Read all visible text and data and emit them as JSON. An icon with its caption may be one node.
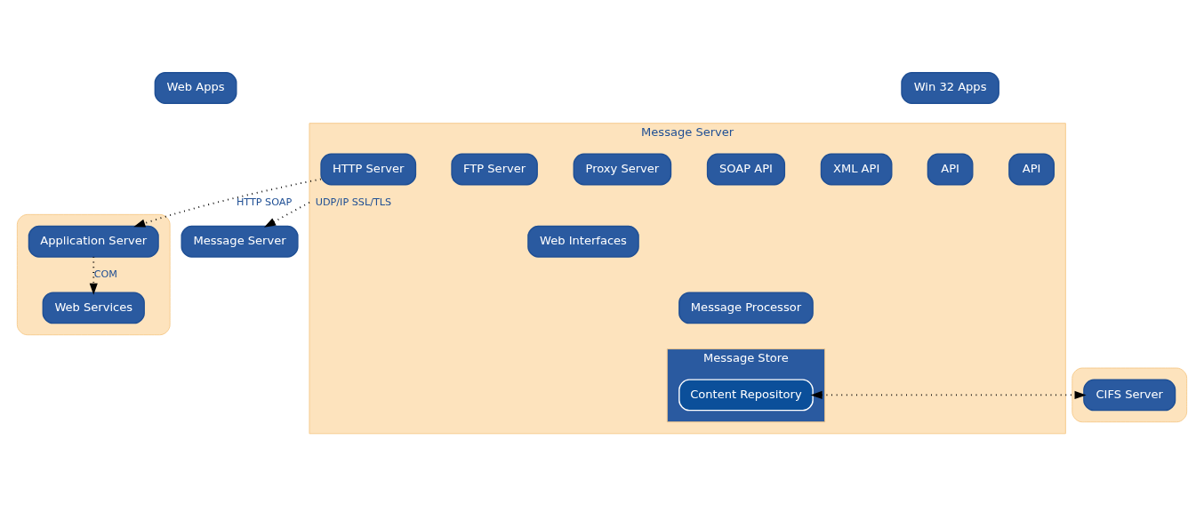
{
  "diagram": {
    "nodes": [
      {
        "text": [
          "Web Apps"
        ]
      },
      {
        "text": [
          "Win 32 Apps"
        ]
      },
      {
        "text": [],
        "shape": "box"
      },
      {
        "text": [
          "Application Server"
        ],
        "in": 2
      },
      {
        "text": [
          "Web Services"
        ],
        "in": 2
      },
      {
        "text": [
          "Message Server"
        ]
      },
      {
        "text": [
          "HTTP Server"
        ],
        "in": 5
      },
      {
        "text": [
          "FTP Server"
        ],
        "in": 5
      },
      {
        "text": [
          "Proxy Server"
        ],
        "in": 5
      },
      {
        "text": [
          "SOAP API"
        ],
        "in": 5
      },
      {
        "text": [
          "XML API"
        ],
        "in": 5
      },
      {
        "text": [
          "API"
        ],
        "in": 5
      },
      {
        "text": [
          "API"
        ],
        "in": 5
      },
      {
        "text": [
          "Web Interfaces"
        ],
        "in": 5
      },
      {
        "text": [
          "Message Processor"
        ],
        "in": 5
      },
      {
        "text": [
          "Message Store"
        ],
        "in": 5
      },
      {
        "text": [
          "Content Repository"
        ],
        "in": 15
      },
      {
        "text": [
          "Message Server"
        ]
      },
      {
        "text": [],
        "shape": "box"
      },
      {
        "text": [
          "CIFS Server"
        ],
        "in": 18
      }
    ],
    "edges": [
      {
        "from": 6,
        "to": 3,
        "arrow": "to",
        "label": "HTTP SOAP",
        "style": "dashed"
      },
      {
        "from": 3,
        "to": 4,
        "arrow": "to",
        "label": "COM",
        "style": "dashed"
      },
      {
        "from": 5,
        "to": 17,
        "arrow": "to",
        "label": "UDP/IP SSL/TLS",
        "style": "dashed"
      },
      {
        "from": 16,
        "to": 19,
        "arrow": "both",
        "style": "dashed"
      }
    ]
  }
}
